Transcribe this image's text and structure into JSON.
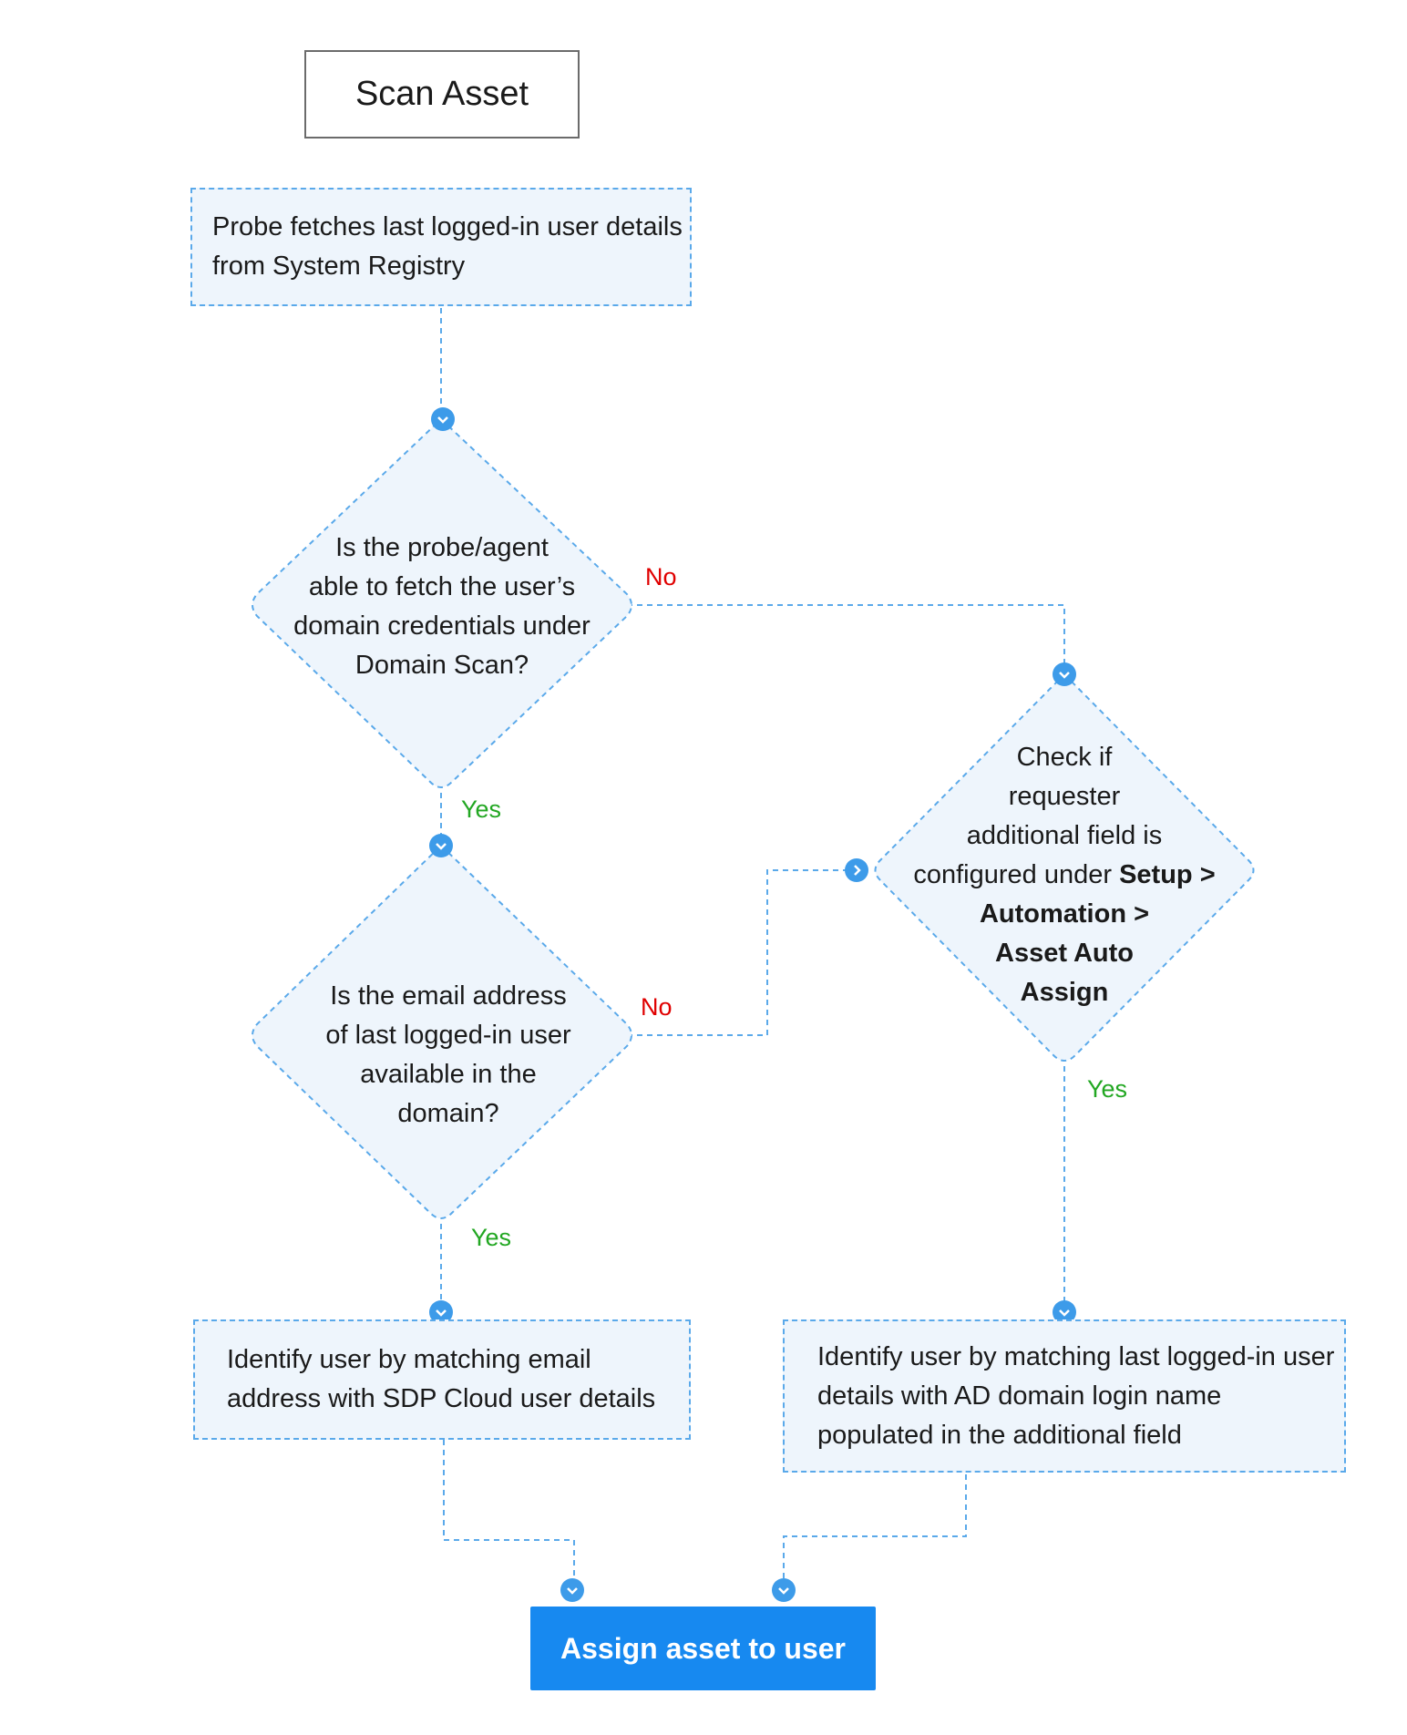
{
  "nodes": {
    "start": "Scan Asset",
    "probe": {
      "line1": "Probe fetches last logged-in user details",
      "line2": "from System Registry"
    },
    "decision_domain": {
      "l1": "Is the probe/agent",
      "l2": "able to fetch the user’s",
      "l3": "domain credentials under",
      "l4": "Domain Scan?"
    },
    "decision_email": {
      "l1": "Is the email address",
      "l2": "of last logged-in user",
      "l3": "available in the",
      "l4": "domain?"
    },
    "decision_field": {
      "l1": "Check if",
      "l2": "requester",
      "l3": "additional field is",
      "l4_plain": "configured under ",
      "l4_bold": "Setup >",
      "l5": "Automation >",
      "l6": "Asset Auto",
      "l7": "Assign"
    },
    "identify_email": {
      "line1": "Identify user by matching email",
      "line2": "address with SDP Cloud user details"
    },
    "identify_ad": {
      "line1": "Identify user by matching last logged-in user",
      "line2": "details with AD domain login name",
      "line3": "populated in the additional field"
    },
    "end": "Assign asset to user"
  },
  "labels": {
    "no": "No",
    "yes": "Yes"
  },
  "colors": {
    "connector": "#5aa9ea",
    "node_fill": "#eef5fc",
    "end_fill": "#1789f0",
    "no": "#e00000",
    "yes": "#22a722"
  }
}
